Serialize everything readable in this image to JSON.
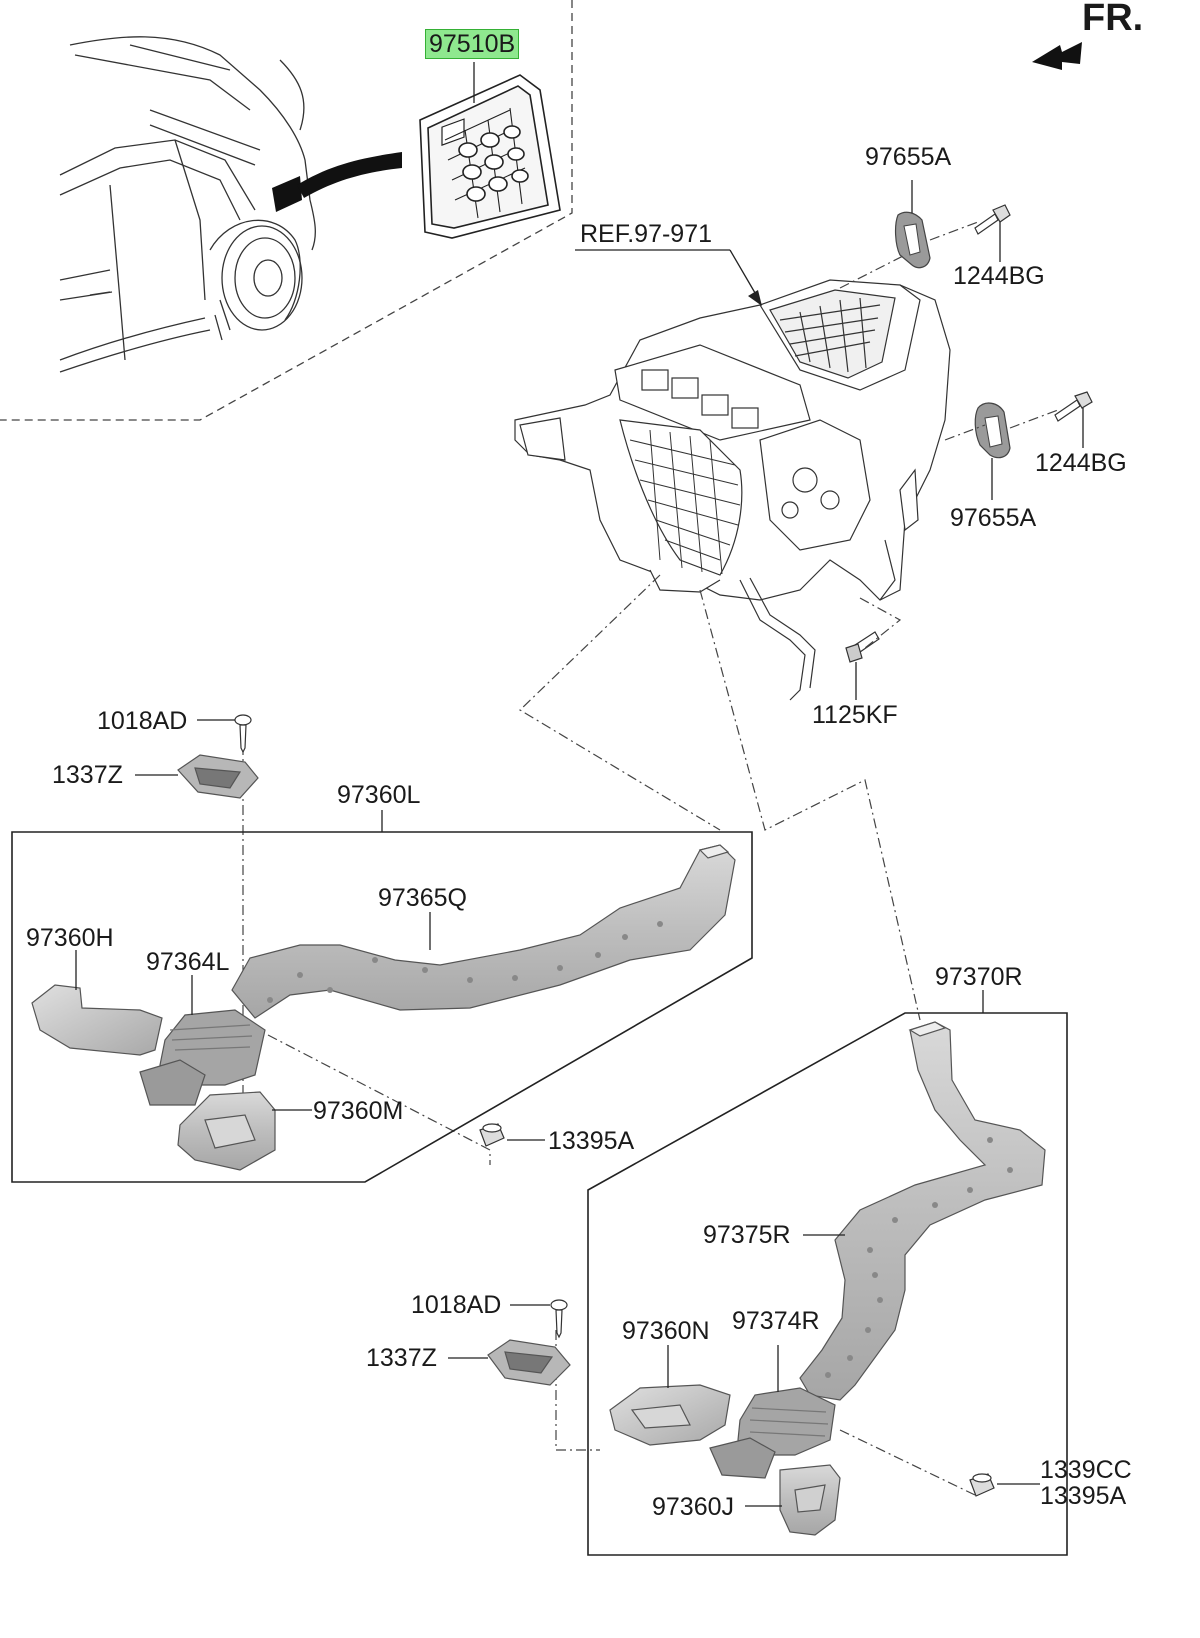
{
  "direction": {
    "label": "FR.",
    "arrow_icon": "front-direction-arrow-icon"
  },
  "reference": "REF.97-971",
  "highlight_color": "#8fe88f",
  "parts": {
    "p97510B": "97510B",
    "p97655A_top": "97655A",
    "p1244BG_top": "1244BG",
    "p1244BG_mid": "1244BG",
    "p97655A_mid": "97655A",
    "p1125KF": "1125KF",
    "p1018AD_left": "1018AD",
    "p1337Z_left": "1337Z",
    "p97360L": "97360L",
    "p97365Q": "97365Q",
    "p97360H": "97360H",
    "p97364L": "97364L",
    "p97360M": "97360M",
    "p13395A_left": "13395A",
    "p97370R": "97370R",
    "p97375R": "97375R",
    "p1018AD_right": "1018AD",
    "p1337Z_right": "1337Z",
    "p97360N": "97360N",
    "p97374R": "97374R",
    "p1339CC": "1339CC",
    "p13395A_right": "13395A",
    "p97360J": "97360J"
  }
}
